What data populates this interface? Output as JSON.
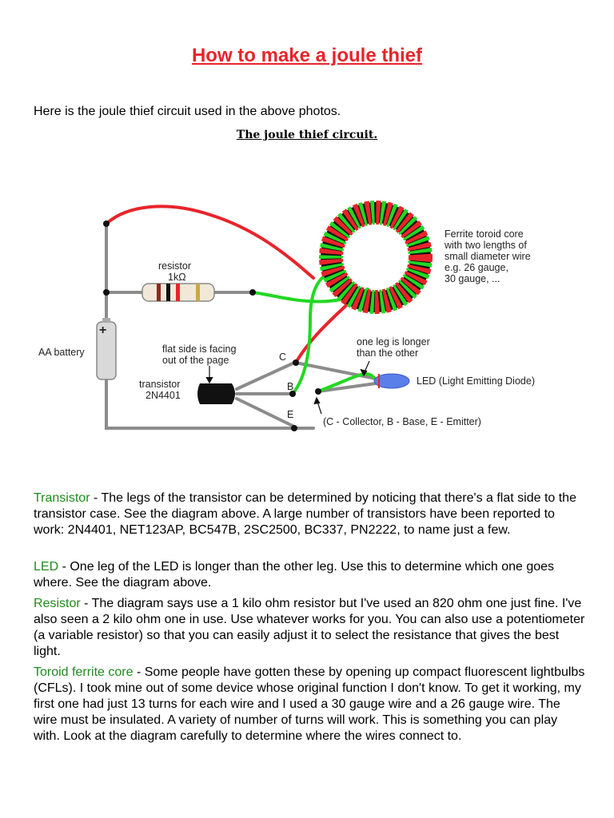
{
  "title": "How to make a joule thief",
  "intro": "Here is the joule thief circuit used in the above photos.",
  "diagram": {
    "caption": "The joule thief circuit.",
    "labels": {
      "toroid_1": "Ferrite toroid core",
      "toroid_2": "with two lengths of",
      "toroid_3": "small diameter wire",
      "toroid_4": "e.g. 26 gauge,",
      "toroid_5": "30 gauge, ...",
      "resistor": "resistor",
      "resistor_value": "1kΩ",
      "battery": "AA battery",
      "battery_plus": "+",
      "flat_side_1": "flat side is facing",
      "flat_side_2": "out of the page",
      "transistor": "transistor",
      "transistor_model": "2N4401",
      "pin_c": "C",
      "pin_b": "B",
      "pin_e": "E",
      "led_leg_1": "one leg is longer",
      "led_leg_2": "than the other",
      "led": "LED (Light Emitting Diode)",
      "pins_legend": "(C - Collector, B - Base, E - Emitter)"
    },
    "colors": {
      "red_wire": "#e8242a",
      "green_wire": "#22d822",
      "grey_wire": "#8c8c8c",
      "led": "#5b7fe8"
    }
  },
  "paragraphs": [
    {
      "term": "Transistor",
      "text": " - The legs of the transistor can be determined by noticing that there's a flat side to the transistor case. See the diagram above. A large number of transistors have been reported to work: 2N4401, NET123AP, BC547B, 2SC2500, BC337, PN2222, to name just a few."
    },
    {
      "term": "LED",
      "text": " - One leg of the LED is longer than the other leg. Use this to determine which one goes where. See the diagram above."
    },
    {
      "term": "Resistor",
      "text": " - The diagram says use a 1 kilo ohm resistor but I've used an 820 ohm one just fine. I've also seen a 2 kilo ohm one in use. Use whatever works for you. You can also use a potentiometer (a variable resistor) so that you can easily adjust it to select the resistance that gives the best light."
    },
    {
      "term": "Toroid ferrite core",
      "text": " - Some people have gotten these by opening up compact fluorescent lightbulbs (CFLs). I took mine out of some device whose original function I don't know. To get it working, my first one had just 13 turns for each wire and I used a 30 gauge wire and a 26 gauge wire. The wire must be insulated. A variety of number of turns will work. This is something you can play with. Look at the diagram carefully to determine where the wires connect to."
    }
  ]
}
